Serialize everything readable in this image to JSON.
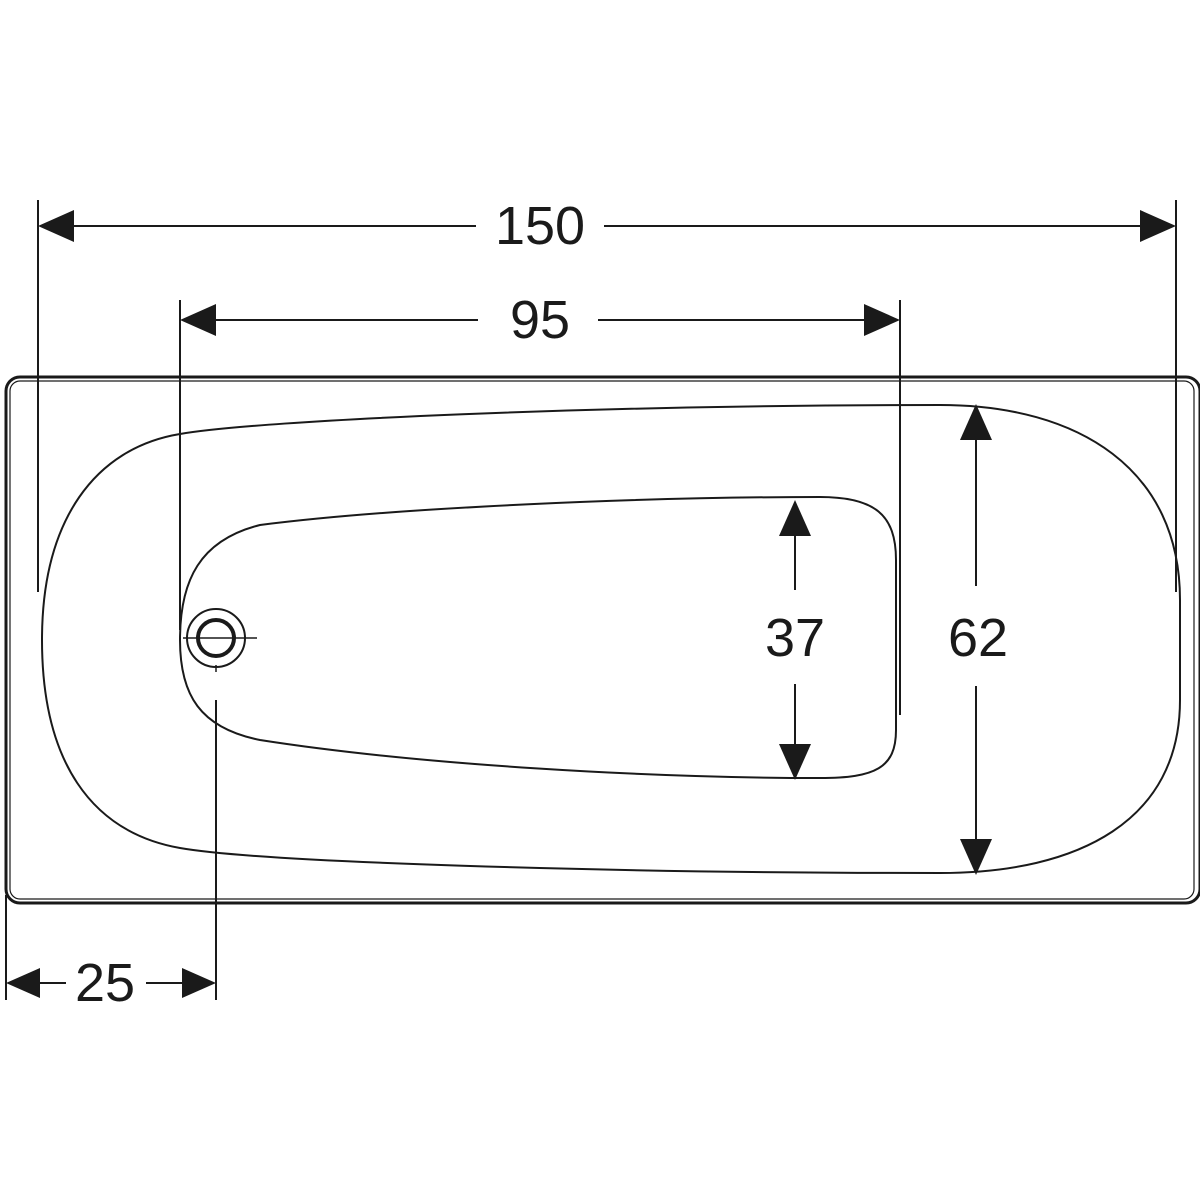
{
  "dimensions": {
    "overall_length": "150",
    "inner_length": "95",
    "inner_width": "37",
    "overall_width": "62",
    "drain_offset": "25"
  },
  "colors": {
    "line": "#1a1a1a",
    "background": "#ffffff"
  }
}
